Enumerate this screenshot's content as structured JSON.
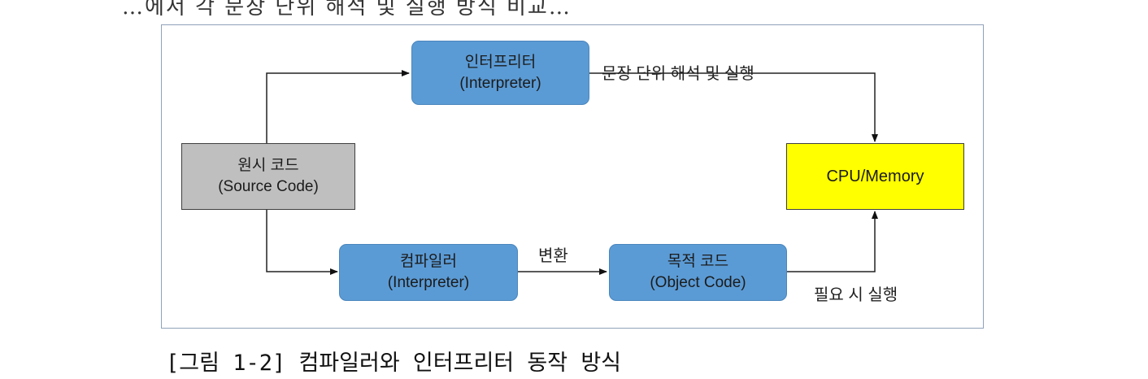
{
  "top_text": "…에서 각 문장 단위 해석 및 실행 방식 비교…",
  "diagram": {
    "source": {
      "line1": "원시 코드",
      "line2": "(Source Code)"
    },
    "interp": {
      "line1": "인터프리터",
      "line2": "(Interpreter)"
    },
    "compiler": {
      "line1": "컴파일러",
      "line2": "(Interpreter)"
    },
    "object": {
      "line1": "목적 코드",
      "line2": "(Object Code)"
    },
    "cpu": {
      "line1": "CPU/Memory"
    },
    "label_interp_exec": "문장 단위 해석 및 실행",
    "label_convert": "변환",
    "label_exec_when_needed": "필요 시 실행"
  },
  "caption": "[그림 1-2] 컴파일러와 인터프리터 동작 방식"
}
